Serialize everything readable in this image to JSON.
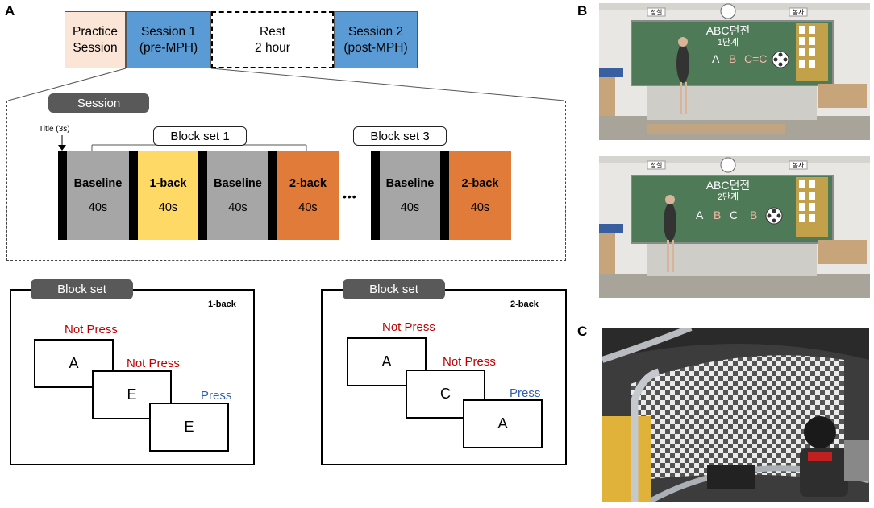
{
  "panels": {
    "a": "A",
    "b": "B",
    "c": "C"
  },
  "timeline": {
    "practice": "Practice\nSession",
    "session1": "Session 1\n(pre-MPH)",
    "rest": "Rest\n2 hour",
    "session2": "Session 2\n(post-MPH)"
  },
  "session": {
    "label": "Session",
    "title_marker": "Title (3s)",
    "block_set_1": "Block set 1",
    "block_set_3": "Block set 3",
    "ellipsis": "•••",
    "blocks": [
      {
        "name": "Baseline",
        "duration": "40s"
      },
      {
        "name": "1-back",
        "duration": "40s"
      },
      {
        "name": "Baseline",
        "duration": "40s"
      },
      {
        "name": "2-back",
        "duration": "40s"
      },
      {
        "name": "Baseline",
        "duration": "40s"
      },
      {
        "name": "2-back",
        "duration": "40s"
      }
    ]
  },
  "blockset_1back": {
    "label": "Block set",
    "type": "1-back",
    "cards": [
      {
        "letter": "A",
        "response": "Not Press"
      },
      {
        "letter": "E",
        "response": "Not Press"
      },
      {
        "letter": "E",
        "response": "Press"
      }
    ]
  },
  "blockset_2back": {
    "label": "Block set",
    "type": "2-back",
    "cards": [
      {
        "letter": "A",
        "response": "Not Press"
      },
      {
        "letter": "C",
        "response": "Not Press"
      },
      {
        "letter": "A",
        "response": "Press"
      }
    ]
  },
  "vr_scene_1": {
    "sign_left": "성실",
    "sign_right": "봉사",
    "board_title": "ABC던전",
    "board_subtitle": "1단계",
    "letters": [
      "A",
      "B",
      "C=C"
    ]
  },
  "vr_scene_2": {
    "sign_left": "성실",
    "sign_right": "봉사",
    "board_title": "ABC던전",
    "board_subtitle": "2단계",
    "letters": [
      "A",
      "B",
      "C",
      "B"
    ]
  },
  "colors": {
    "practice": "#fbe5d6",
    "session": "#5b9bd5",
    "baseline": "#a6a6a6",
    "oneback": "#ffd966",
    "twoback": "#e07b39",
    "not_press": "#c00000",
    "press": "#2e5fb0"
  }
}
